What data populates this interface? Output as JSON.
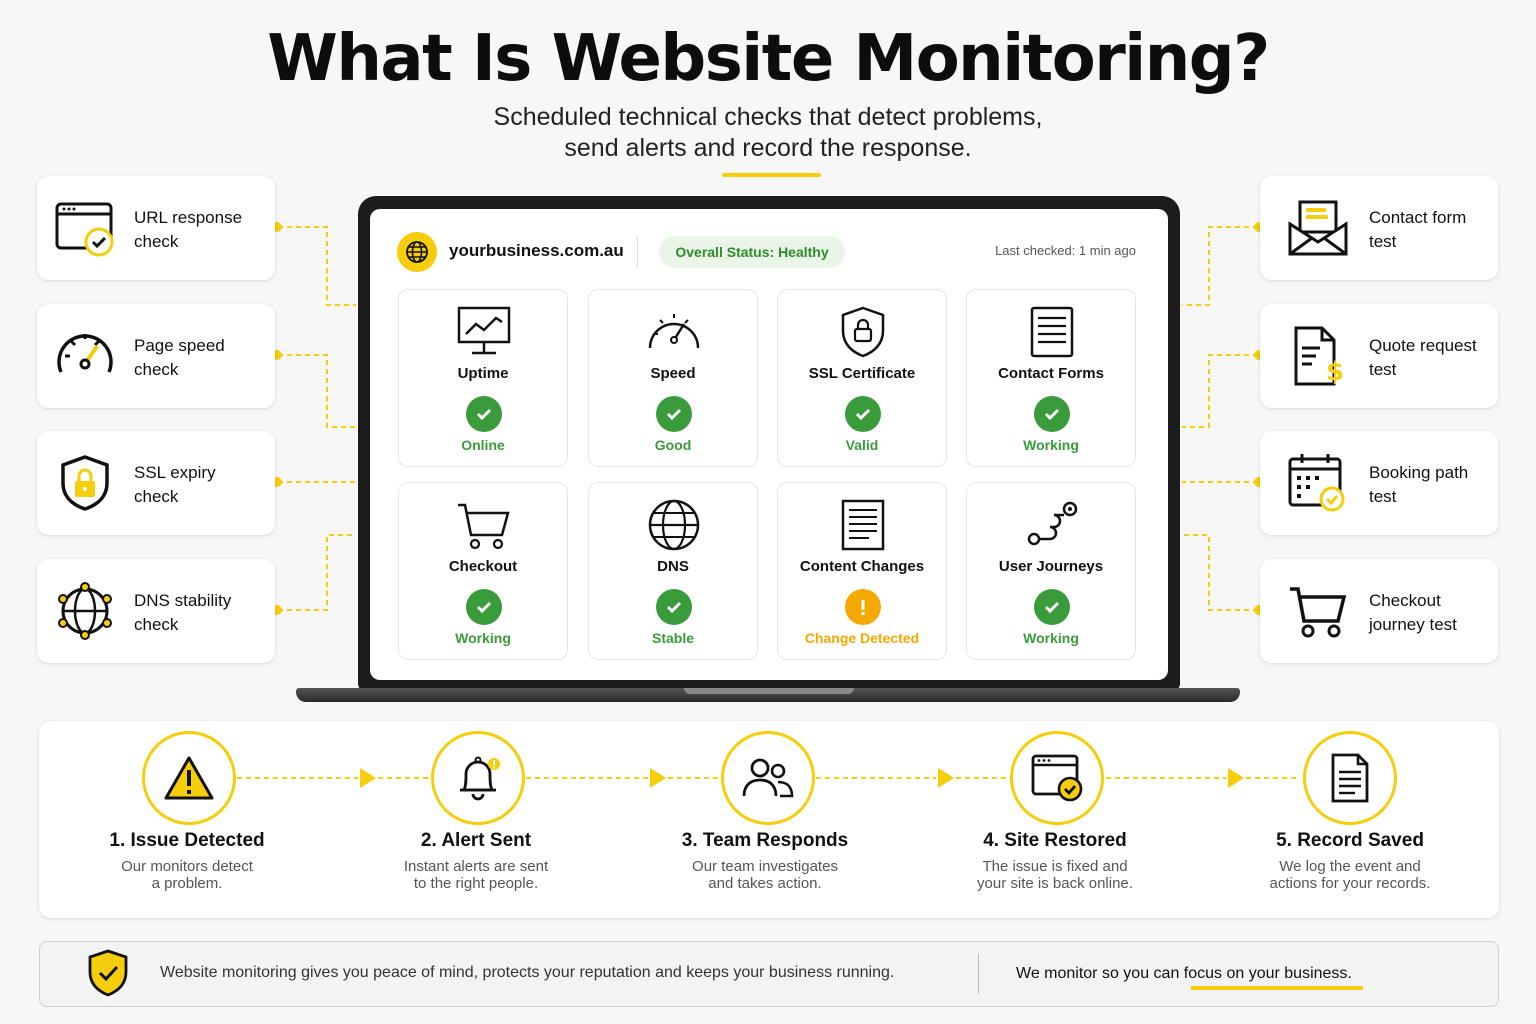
{
  "header": {
    "title": "What Is Website Monitoring?",
    "subtitle_line1": "Scheduled technical checks that detect problems,",
    "subtitle_line2": "send alerts and record the response."
  },
  "colors": {
    "accent": "#f5cd0a",
    "success": "#3a9b3a",
    "warning": "#f5a800",
    "dark": "#1c1c1c"
  },
  "left_checks": [
    {
      "line1": "URL response",
      "line2": "check",
      "icon": "browser-check-icon"
    },
    {
      "line1": "Page speed",
      "line2": "check",
      "icon": "speedometer-icon"
    },
    {
      "line1": "SSL expiry",
      "line2": "check",
      "icon": "shield-lock-icon"
    },
    {
      "line1": "DNS stability",
      "line2": "check",
      "icon": "network-globe-icon"
    }
  ],
  "right_checks": [
    {
      "line1": "Contact form",
      "line2": "test",
      "icon": "envelope-icon"
    },
    {
      "line1": "Quote request",
      "line2": "test",
      "icon": "document-dollar-icon"
    },
    {
      "line1": "Booking path",
      "line2": "test",
      "icon": "calendar-check-icon"
    },
    {
      "line1": "Checkout",
      "line2": "journey test",
      "icon": "cart-icon"
    }
  ],
  "dashboard": {
    "domain": "yourbusiness.com.au",
    "overall_status": "Overall Status: Healthy",
    "last_checked": "Last checked: 1 min ago",
    "tiles": [
      {
        "name": "Uptime",
        "value": "Online",
        "state": "ok",
        "icon": "monitor-chart-icon"
      },
      {
        "name": "Speed",
        "value": "Good",
        "state": "ok",
        "icon": "speedometer-icon"
      },
      {
        "name": "SSL Certificate",
        "value": "Valid",
        "state": "ok",
        "icon": "shield-lock-icon"
      },
      {
        "name": "Contact Forms",
        "value": "Working",
        "state": "ok",
        "icon": "form-icon"
      },
      {
        "name": "Checkout",
        "value": "Working",
        "state": "ok",
        "icon": "cart-icon"
      },
      {
        "name": "DNS",
        "value": "Stable",
        "state": "ok",
        "icon": "globe-icon"
      },
      {
        "name": "Content Changes",
        "value": "Change Detected",
        "state": "warn",
        "icon": "document-icon"
      },
      {
        "name": "User Journeys",
        "value": "Working",
        "state": "ok",
        "icon": "journey-path-icon"
      }
    ]
  },
  "process": [
    {
      "title": "1. Issue Detected",
      "desc1": "Our monitors detect",
      "desc2": "a problem.",
      "icon": "warning-triangle-icon"
    },
    {
      "title": "2. Alert Sent",
      "desc1": "Instant alerts are sent",
      "desc2": "to the right people.",
      "icon": "bell-icon"
    },
    {
      "title": "3. Team Responds",
      "desc1": "Our team investigates",
      "desc2": "and takes action.",
      "icon": "team-icon"
    },
    {
      "title": "4. Site Restored",
      "desc1": "The issue is fixed and",
      "desc2": "your site is back online.",
      "icon": "browser-check-icon"
    },
    {
      "title": "5. Record Saved",
      "desc1": "We log the event and",
      "desc2": "actions for your records.",
      "icon": "document-icon"
    }
  ],
  "footer": {
    "message": "Website monitoring gives you peace of mind, protects your reputation and keeps your business running.",
    "tagline_prefix": "We monitor so you can ",
    "tagline_highlight": "focus on your business."
  }
}
